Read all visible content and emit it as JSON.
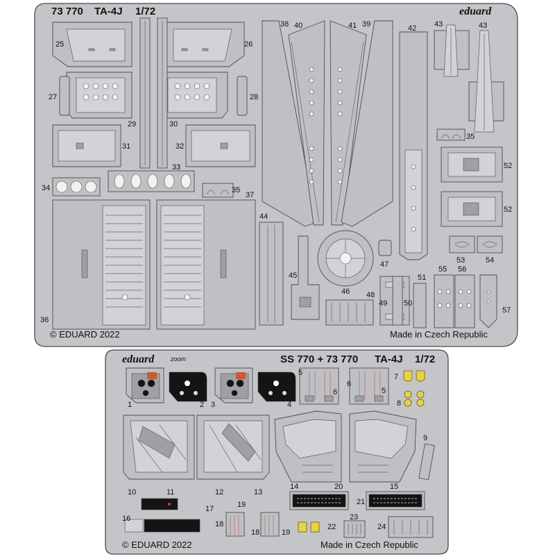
{
  "sheet1": {
    "code": "73 770",
    "model": "TA-4J",
    "scale": "1/72",
    "brand": "eduard",
    "copyright": "© EDUARD 2022",
    "made_in": "Made in Czech Republic",
    "part_numbers": [
      "25",
      "26",
      "27",
      "28",
      "29",
      "30",
      "31",
      "32",
      "33",
      "34",
      "35",
      "36",
      "37",
      "38",
      "39",
      "40",
      "41",
      "42",
      "43",
      "44",
      "45",
      "46",
      "47",
      "48",
      "49",
      "50",
      "51",
      "52",
      "53",
      "54",
      "55",
      "56",
      "57"
    ]
  },
  "sheet2": {
    "brand": "eduard",
    "line_logo": "zoom",
    "code": "SS 770 + 73 770",
    "model": "TA-4J",
    "scale": "1/72",
    "copyright": "© EDUARD 2022",
    "made_in": "Made in Czech Republic",
    "part_numbers": [
      "1",
      "2",
      "3",
      "4",
      "5",
      "6",
      "7",
      "8",
      "9",
      "10",
      "11",
      "12",
      "13",
      "14",
      "15",
      "16",
      "17",
      "18",
      "19",
      "20",
      "21",
      "22",
      "23",
      "24"
    ]
  },
  "colors": {
    "fret": "#c4c5c9",
    "outline": "#4a4a4a",
    "printed_black": "#141414",
    "printed_yellow": "#e8d24a"
  }
}
